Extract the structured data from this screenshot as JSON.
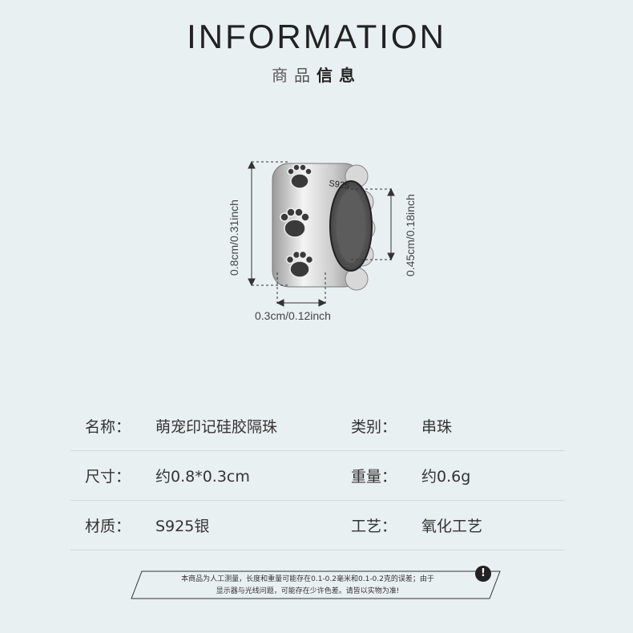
{
  "header": {
    "title": "INFORMATION",
    "subtitle_light": "商品",
    "subtitle_bold": "信息"
  },
  "product": {
    "engraving": "S925",
    "dims": {
      "height": "0.8cm/0.31inch",
      "inner": "0.45cm/0.18inch",
      "width": "0.3cm/0.12inch"
    }
  },
  "specs": {
    "rows": [
      {
        "l1": "名称：",
        "v1": "萌宠印记硅胶隔珠",
        "l2": "类别：",
        "v2": "串珠"
      },
      {
        "l1": "尺寸：",
        "v1": "约0.8*0.3cm",
        "l2": "重量：",
        "v2": "约0.6g"
      },
      {
        "l1": "材质：",
        "v1": "S925银",
        "l2": "工艺：",
        "v2": "氧化工艺"
      }
    ]
  },
  "notice": {
    "line1": "本商品为人工测量，长度和重量可能存在0.1-0.2毫米和0.1-0.2克的误差；由于",
    "line2": "显示器与光线问题，可能存在少许色差。请皆以实物为准!",
    "icon": "!"
  },
  "colors": {
    "background": "#e9f0f1",
    "text": "#333333",
    "divider": "#d2d9dc"
  }
}
